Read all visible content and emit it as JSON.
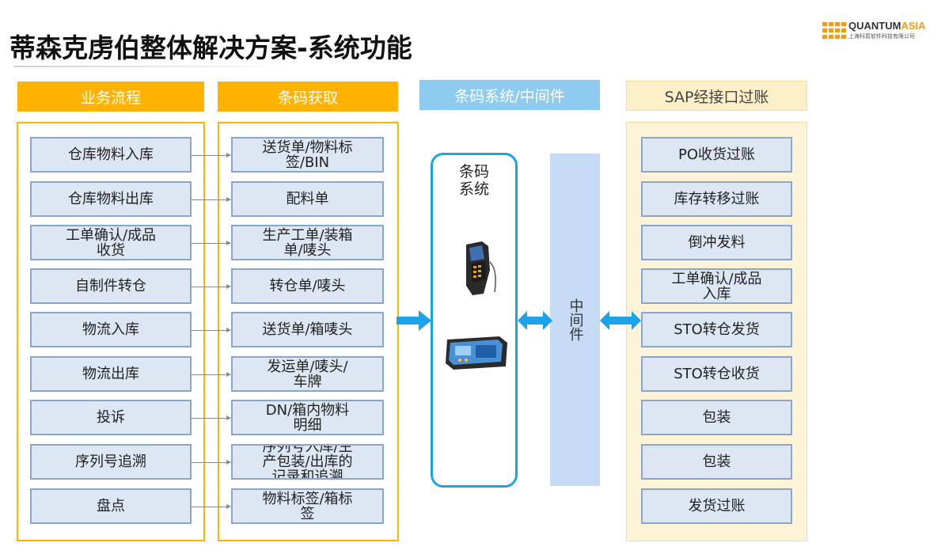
{
  "title": "蒂森克虏伯整体解决方案-系统功能",
  "logo": {
    "name_part1": "QUANTUM",
    "name_part2": "ASIA",
    "subtitle": "上海科箭软件科技有限公司"
  },
  "headers": {
    "business_process": "业务流程",
    "barcode_capture": "条码获取",
    "barcode_system": "条码系统/中间件",
    "sap_interface": "SAP经接口过账"
  },
  "process_rows": [
    {
      "process": "仓库物料入库",
      "document": "送货单/物料标\n签/BIN"
    },
    {
      "process": "仓库物料出库",
      "document": "配料单"
    },
    {
      "process": "工单确认/成品\n收货",
      "document": "生产工单/装箱\n单/唛头"
    },
    {
      "process": "自制件转仓",
      "document": "转仓单/唛头"
    },
    {
      "process": "物流入库",
      "document": "送货单/箱唛头"
    },
    {
      "process": "物流出库",
      "document": "发运单/唛头/\n车牌"
    },
    {
      "process": "投诉",
      "document": "DN/箱内物料\n明细"
    },
    {
      "process": "序列号追溯",
      "document": "序列号入库/生\n产包装/出库的\n记录和追溯"
    },
    {
      "process": "盘点",
      "document": "物料标签/箱标\n签"
    }
  ],
  "barcode_system_label": "条码\n系统",
  "middleware_label": "中间件",
  "sap_items": [
    "PO收货过账",
    "库存转移过账",
    "倒冲发料",
    "工单确认/成品\n入库",
    "STO转仓发货",
    "STO转仓收货",
    "包装",
    "包装",
    "发货过账"
  ],
  "colors": {
    "orange": "#ffb300",
    "blue_header": "#8ecbf0",
    "cream": "#fdf3d6",
    "box_fill": "#dde6f3",
    "box_border": "#8aa6cc",
    "arrow_blue": "#1aa3e8",
    "middleware": "#c5dbf5"
  },
  "icons": [
    "handheld-scanner-icon",
    "industrial-controller-icon"
  ]
}
